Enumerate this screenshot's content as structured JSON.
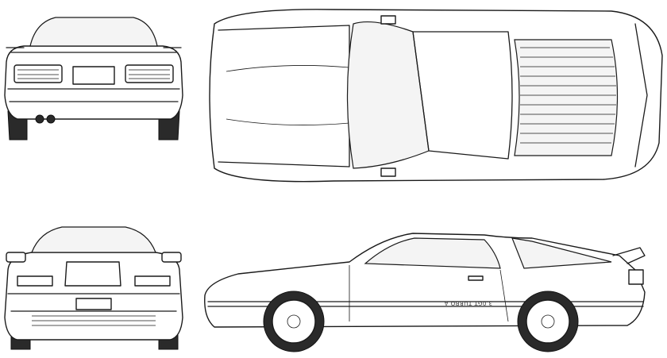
{
  "drawing": {
    "views": [
      "rear",
      "top",
      "front",
      "side"
    ],
    "side_badge_text": "3.0GT TURBO A",
    "colors": {
      "line": "#1a1a1a",
      "background": "#ffffff",
      "tire": "#2a2a2a"
    }
  }
}
